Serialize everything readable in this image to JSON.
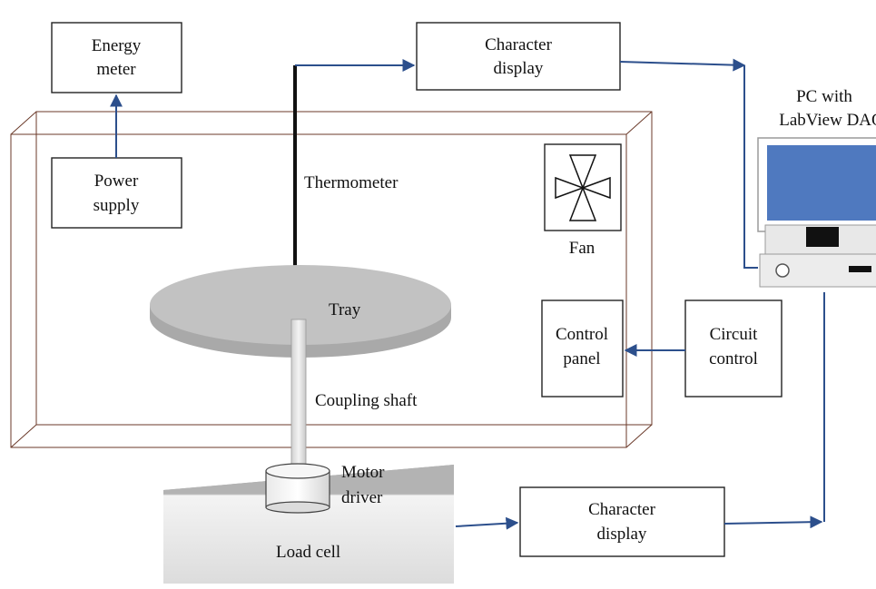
{
  "labels": {
    "energy_meter": [
      "Energy",
      "meter"
    ],
    "power_supply": [
      "Power",
      "supply"
    ],
    "character_display_top": [
      "Character",
      "display"
    ],
    "character_display_bottom": [
      "Character",
      "display"
    ],
    "pc": [
      "PC with",
      "LabView DAQ"
    ],
    "thermometer": "Thermometer",
    "fan": "Fan",
    "tray": "Tray",
    "control_panel": [
      "Control",
      "panel"
    ],
    "circuit_control": [
      "Circuit",
      "control"
    ],
    "coupling_shaft": "Coupling shaft",
    "motor_driver": [
      "Motor",
      "driver"
    ],
    "load_cell": "Load cell"
  },
  "colors": {
    "wire": "#2c4f8c",
    "chamber_outline": "#6b3a2a",
    "tray": "#c2c2c2",
    "monitor_screen": "#4f79bf"
  }
}
